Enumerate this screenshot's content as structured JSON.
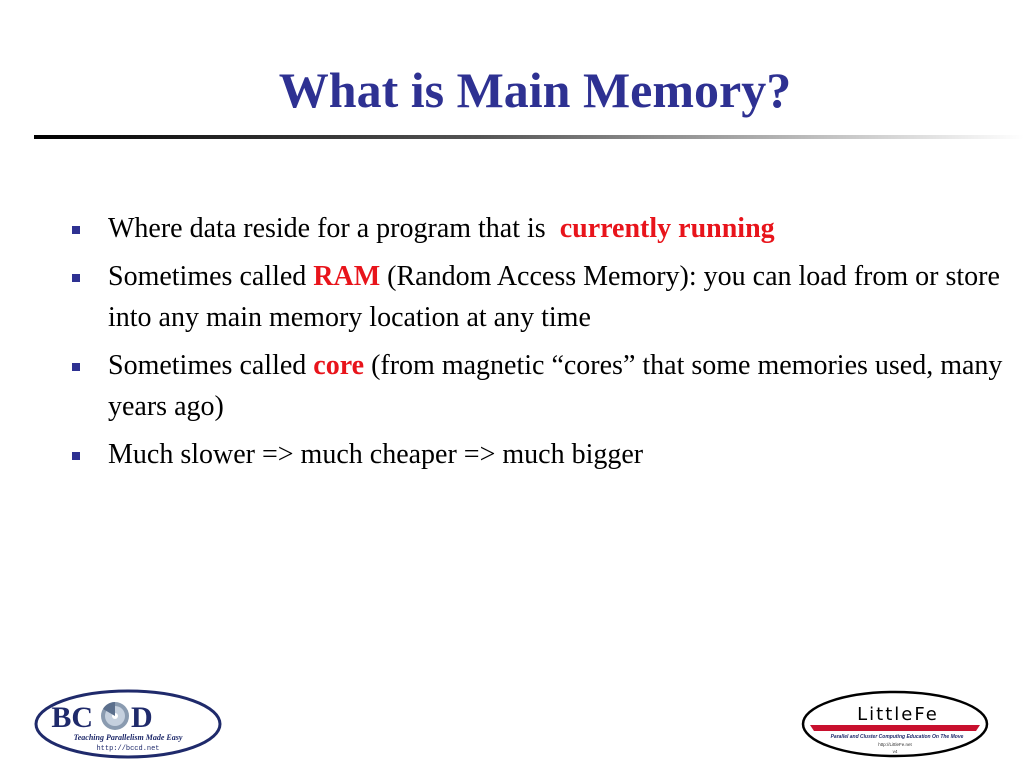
{
  "slide": {
    "title": "What is Main Memory?"
  },
  "bullets": [
    {
      "before": "Where data reside for a program that is",
      "highlight": "currently running",
      "after": ""
    },
    {
      "before": "Sometimes called ",
      "highlight": "RAM",
      "after": " (Random Access Memory): you can load from or store into any main memory location at any time"
    },
    {
      "before": "Sometimes called ",
      "highlight": "core",
      "after": " (from magnetic “cores” that some memories used, many years ago)"
    },
    {
      "before": "Much slower => much cheaper => much bigger",
      "highlight": "",
      "after": ""
    }
  ],
  "logos": {
    "bccd": {
      "name_left": "BC",
      "name_right": "D",
      "tagline": "Teaching Parallelism Made Easy",
      "url": "http://bccd.net"
    },
    "littlefe": {
      "name": "LittleFe",
      "tagline": "Parallel and Cluster Computing Education On The Move",
      "url": "http://LittleFe.net",
      "version": "v4"
    }
  },
  "colors": {
    "title": "#2e3192",
    "highlight": "#e8141b",
    "bullet_marker": "#2e3192",
    "rule_dark": "#000000",
    "logo_blue": "#1f2a6b",
    "logo_red": "#c8102e"
  },
  "icons": {
    "bullet": "square-bullet-icon",
    "bccd_disc": "disc-icon"
  }
}
